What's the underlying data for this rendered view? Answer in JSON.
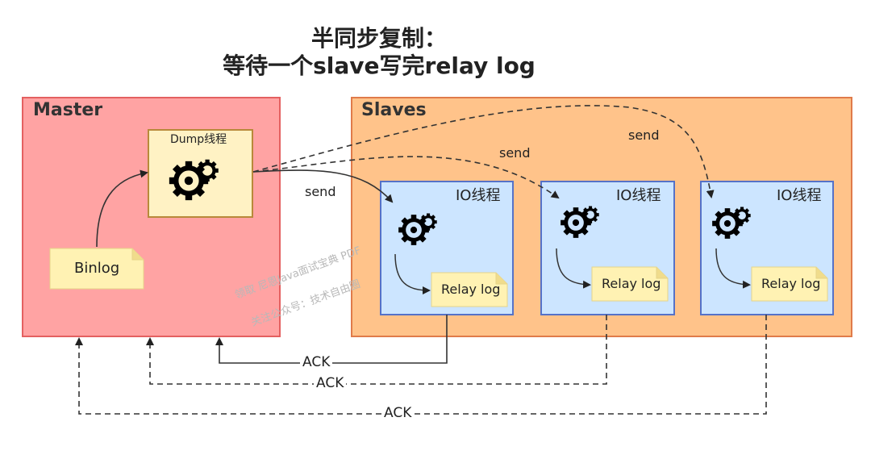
{
  "title": {
    "line1": "半同步复制：",
    "line2": "等待一个slave写完relay log"
  },
  "master": {
    "label": "Master",
    "dump_label": "Dump线程",
    "binlog_label": "Binlog"
  },
  "slaves": {
    "label": "Slaves",
    "items": [
      {
        "io_label": "IO线程",
        "relay_label": "Relay log"
      },
      {
        "io_label": "IO线程",
        "relay_label": "Relay log"
      },
      {
        "io_label": "IO线程",
        "relay_label": "Relay log"
      }
    ]
  },
  "edges": {
    "send": "send",
    "ack": "ACK"
  },
  "watermark": {
    "line1": "领取 尼恩Java面试宝典 PDF",
    "line2": "关注公众号：技术自由圈"
  },
  "colors": {
    "master_fill": "#ffa3a3",
    "master_stroke": "#e46060",
    "slaves_fill": "#ffc38a",
    "slaves_stroke": "#e07b4a",
    "io_fill": "#cce5ff",
    "io_stroke": "#5572c8",
    "note_fill": "#fff2b3",
    "dump_fill": "#fff2c4",
    "dump_stroke": "#b8893a"
  }
}
